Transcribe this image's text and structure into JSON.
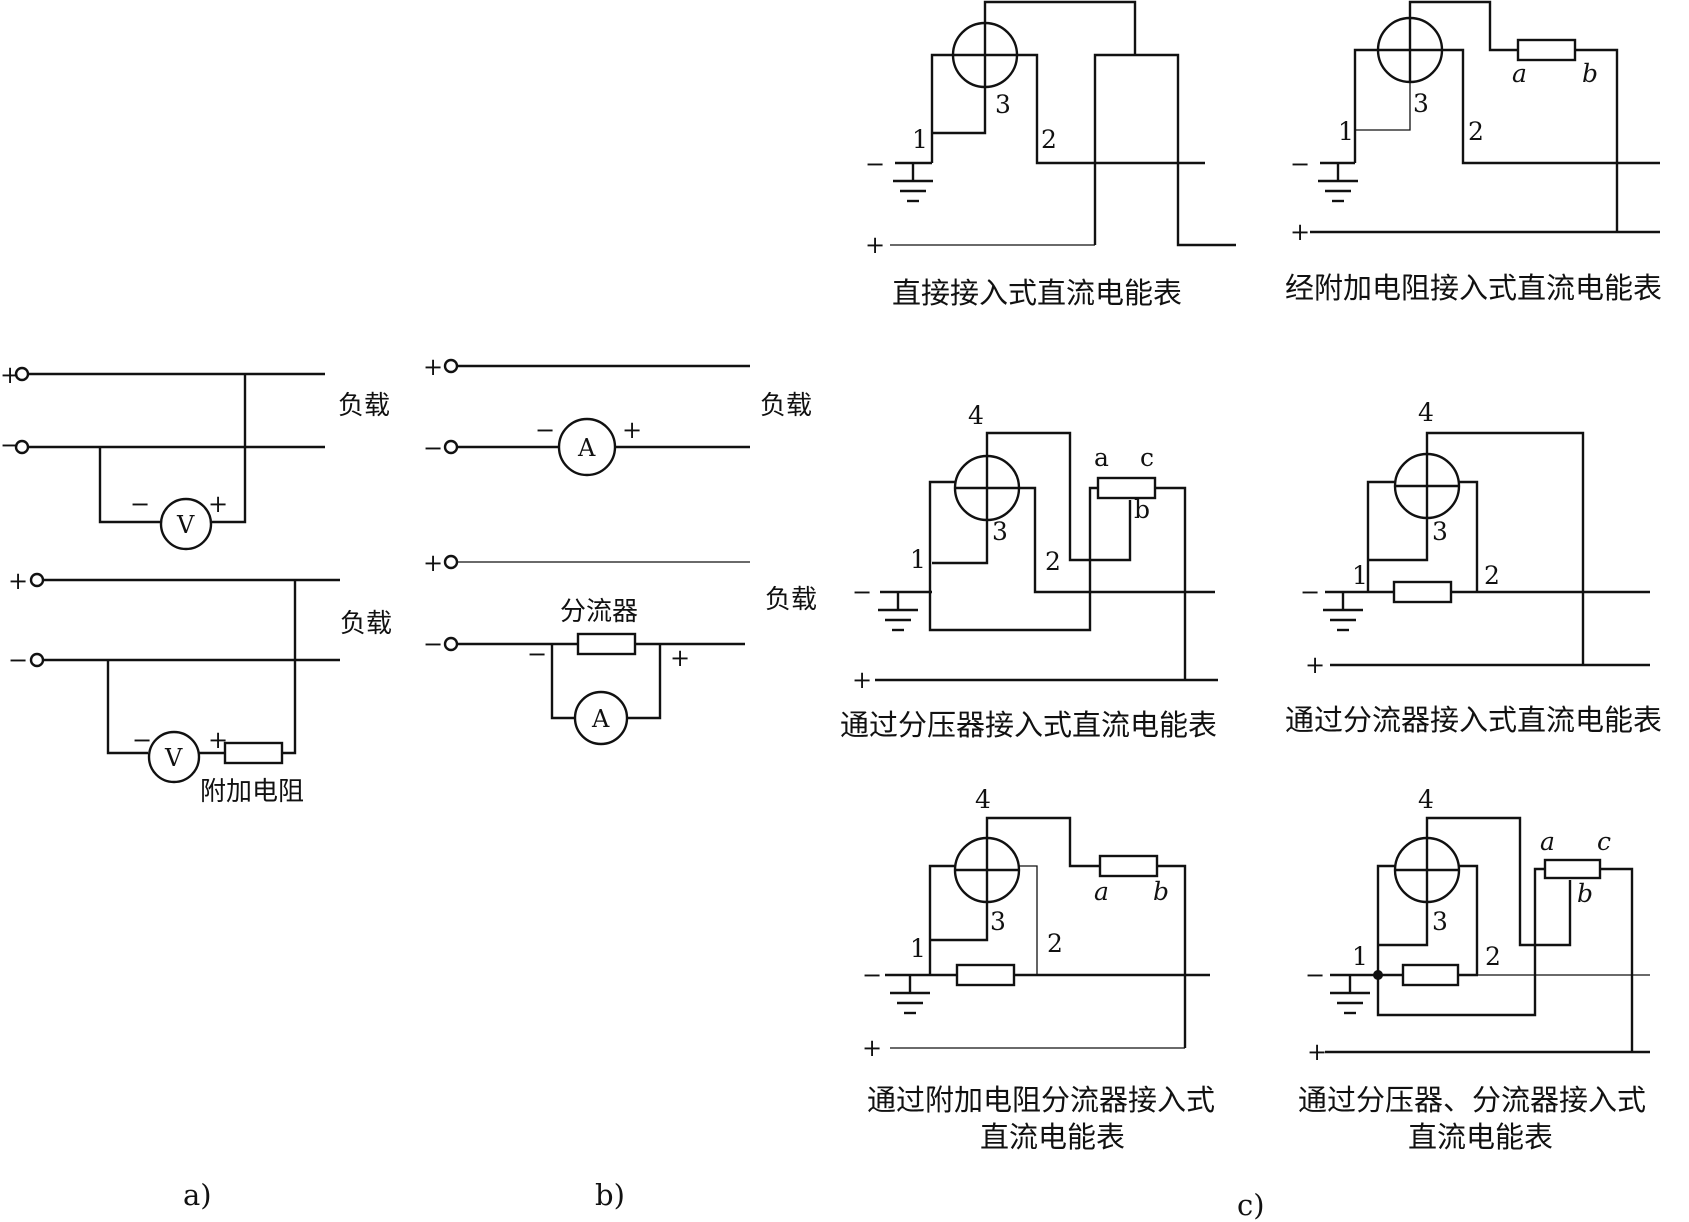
{
  "signs": {
    "plus": "+",
    "minus": "−"
  },
  "fig_a": {
    "caption": "a)",
    "load_top": "负载",
    "load_bottom": "负载",
    "voltmeter": "V",
    "voltmeter2": "V",
    "series_resistor": "附加电阻"
  },
  "fig_b": {
    "caption": "b)",
    "load_top": "负载",
    "load_bottom": "负载",
    "ammeter": "A",
    "ammeter2": "A",
    "shunt": "分流器"
  },
  "fig_c": {
    "caption": "c)",
    "panels": [
      {
        "title": "直接接入式直流电能表",
        "t1": "1",
        "t2": "2",
        "t3": "3"
      },
      {
        "title": "经附加电阻接入式直流电能表",
        "t1": "1",
        "t2": "2",
        "t3": "3",
        "ra": "a",
        "rb": "b"
      },
      {
        "title": "通过分压器接入式直流电能表",
        "t1": "1",
        "t2": "2",
        "t3": "3",
        "t4": "4",
        "ra": "a",
        "rb": "b",
        "rc": "c"
      },
      {
        "title": "通过分流器接入式直流电能表",
        "t1": "1",
        "t2": "2",
        "t3": "3",
        "t4": "4"
      },
      {
        "title_line1": "通过附加电阻分流器接入式",
        "title_line2": "直流电能表",
        "t1": "1",
        "t2": "2",
        "t3": "3",
        "t4": "4",
        "ra": "a",
        "rb": "b"
      },
      {
        "title_line1": "通过分压器、分流器接入式",
        "title_line2": "直流电能表",
        "t1": "1",
        "t2": "2",
        "t3": "3",
        "t4": "4",
        "ra": "a",
        "rb": "b",
        "rc": "c"
      }
    ]
  }
}
